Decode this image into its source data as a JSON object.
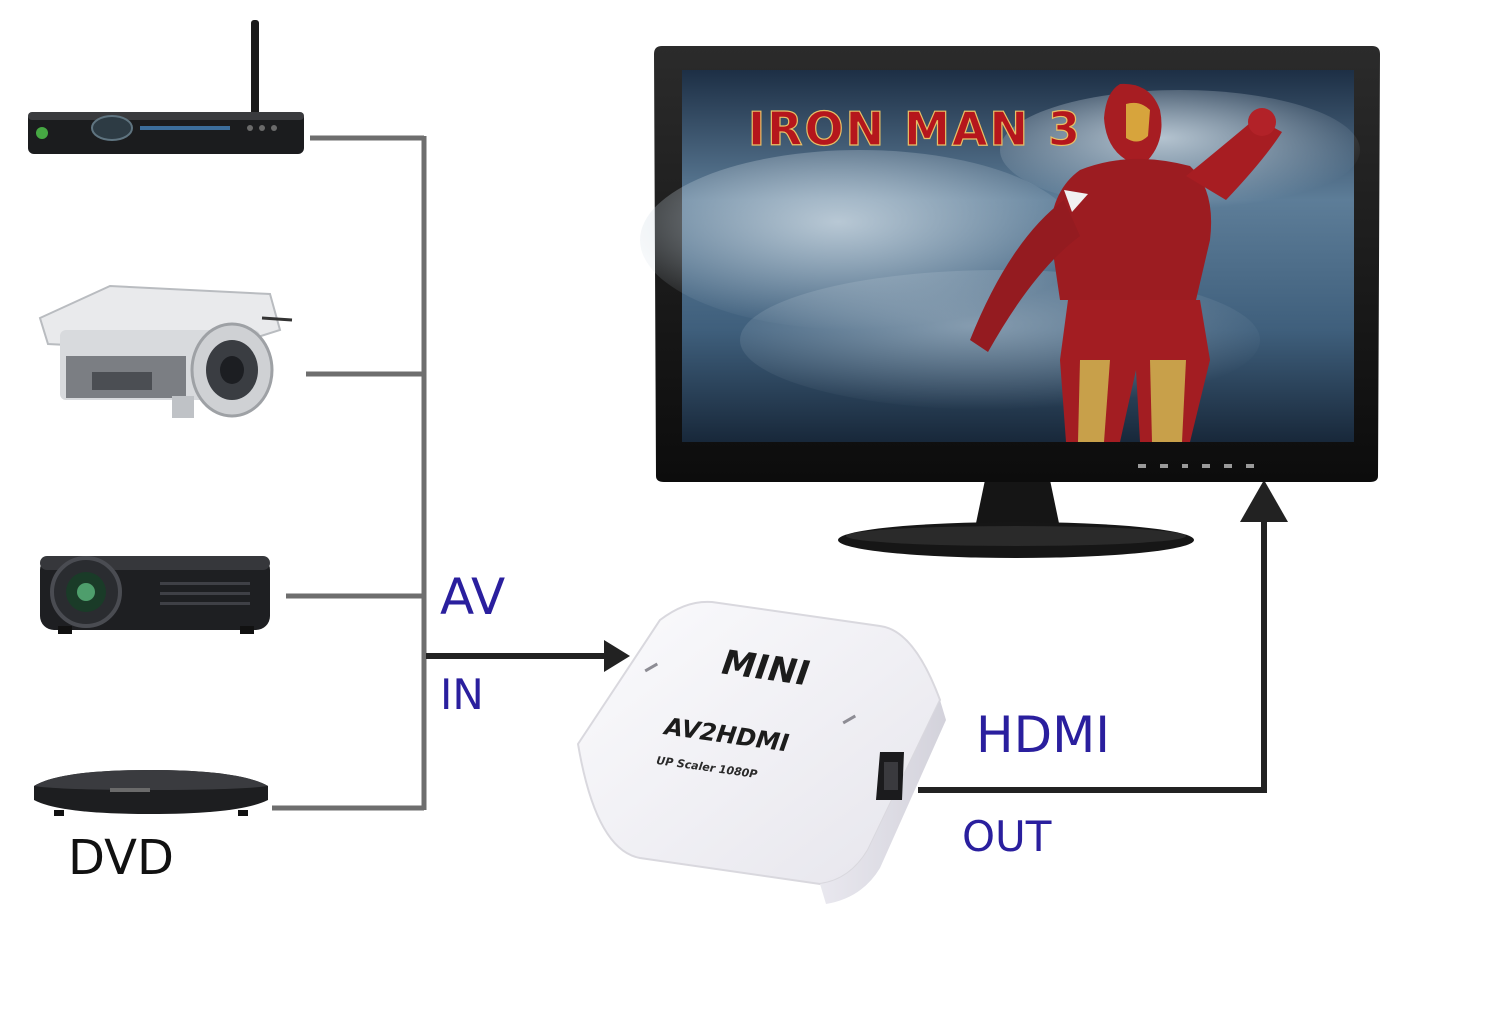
{
  "labels": {
    "av": "AV",
    "in": "IN",
    "hdmi": "HDMI",
    "out": "OUT",
    "dvd": "DVD"
  },
  "monitor": {
    "screen_title": "IRON MAN 3"
  },
  "converter": {
    "brand": "MINI",
    "model": "AV2HDMI",
    "subtitle": "UP Scaler 1080P"
  },
  "devices": [
    {
      "icon": "set-top-box-icon"
    },
    {
      "icon": "security-camera-icon"
    },
    {
      "icon": "projector-icon"
    },
    {
      "icon": "dvd-player-icon"
    }
  ],
  "colors": {
    "label_blue": "#2a1f9e",
    "connector_gray": "#6e6e6e",
    "arrow_dark": "#222222",
    "box_white": "#f4f3f7"
  }
}
